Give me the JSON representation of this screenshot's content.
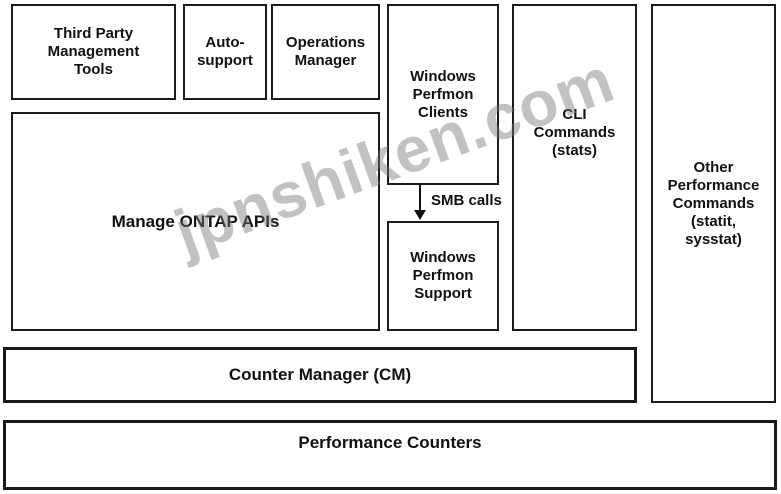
{
  "boxes": {
    "third_party": "Third Party\nManagement\nTools",
    "autosupport": "Auto-\nsupport",
    "operations_manager": "Operations\nManager",
    "windows_perfmon_clients": "Windows\nPerfmon\nClients",
    "cli_commands": "CLI\nCommands\n(stats)",
    "other_performance": "Other\nPerformance\nCommands\n(statit,\nsysstat)",
    "manage_ontap": "Manage ONTAP APIs",
    "windows_perfmon_support": "Windows\nPerfmon\nSupport",
    "counter_manager": "Counter Manager (CM)",
    "performance_counters": "Performance Counters"
  },
  "smb_label": "SMB calls",
  "watermark": "jpnshiken.com"
}
